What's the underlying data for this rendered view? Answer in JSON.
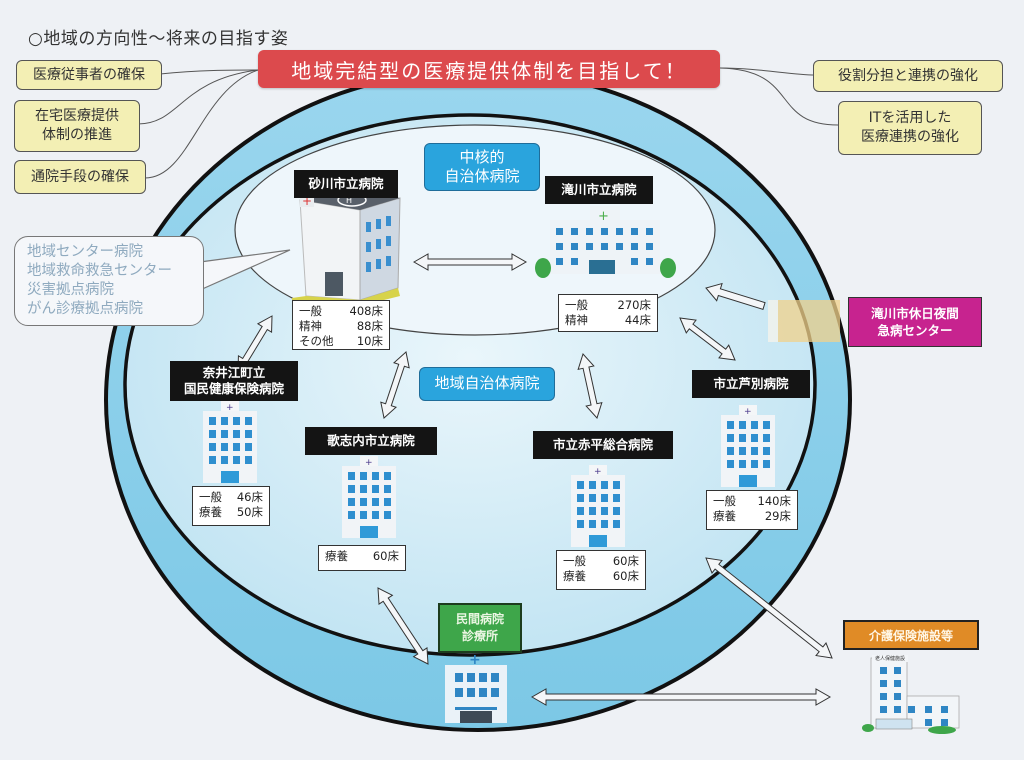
{
  "page_title": "○地域の方向性～将来の目指す姿",
  "banner": "地域完結型の医療提供体制を目指して！",
  "goals_left": [
    "医療従事者の確保",
    "在宅医療提供\n体制の推進",
    "通院手段の確保"
  ],
  "goals_right": [
    "役割分担と連携の強化",
    "ITを活用した\n医療連携の強化"
  ],
  "callout": {
    "lines": [
      "地域センター病院",
      "地域救命救急センター",
      "災害拠点病院",
      "がん診療拠点病院"
    ]
  },
  "core_label": "中核的\n自治体病院",
  "regional_label": "地域自治体病院",
  "hospitals": {
    "sunagawa": {
      "name": "砂川市立病院",
      "beds": [
        {
          "type": "一般",
          "count": "408床"
        },
        {
          "type": "精神",
          "count": "88床"
        },
        {
          "type": "その他",
          "count": "10床"
        }
      ]
    },
    "takikawa": {
      "name": "滝川市立病院",
      "beds": [
        {
          "type": "一般",
          "count": "270床"
        },
        {
          "type": "精神",
          "count": "44床"
        }
      ]
    },
    "naie": {
      "name": "奈井江町立\n国民健康保険病院",
      "beds": [
        {
          "type": "一般",
          "count": "46床"
        },
        {
          "type": "療養",
          "count": "50床"
        }
      ]
    },
    "utashinai": {
      "name": "歌志内市立病院",
      "beds": [
        {
          "type": "療養",
          "count": "60床"
        }
      ]
    },
    "akabira": {
      "name": "市立赤平総合病院",
      "beds": [
        {
          "type": "一般",
          "count": "60床"
        },
        {
          "type": "療養",
          "count": "60床"
        }
      ]
    },
    "ashibetsu": {
      "name": "市立芦別病院",
      "beds": [
        {
          "type": "一般",
          "count": "140床"
        },
        {
          "type": "療養",
          "count": "29床"
        }
      ]
    }
  },
  "emergency_center": "滝川市休日夜間\n急病センター",
  "private_clinic": "民間病院\n診療所",
  "care_facility": "介護保険施設等",
  "care_building_sign": "老人保健施設",
  "colors": {
    "banner": "#dc4a4d",
    "goal_box": "#f3efb4",
    "ring": "#8fd0ea",
    "inner": "#d7eef8",
    "label_blue": "#2aa4dd",
    "emergency": "#c7238f",
    "private": "#3ea64a",
    "care": "#e08b26"
  }
}
